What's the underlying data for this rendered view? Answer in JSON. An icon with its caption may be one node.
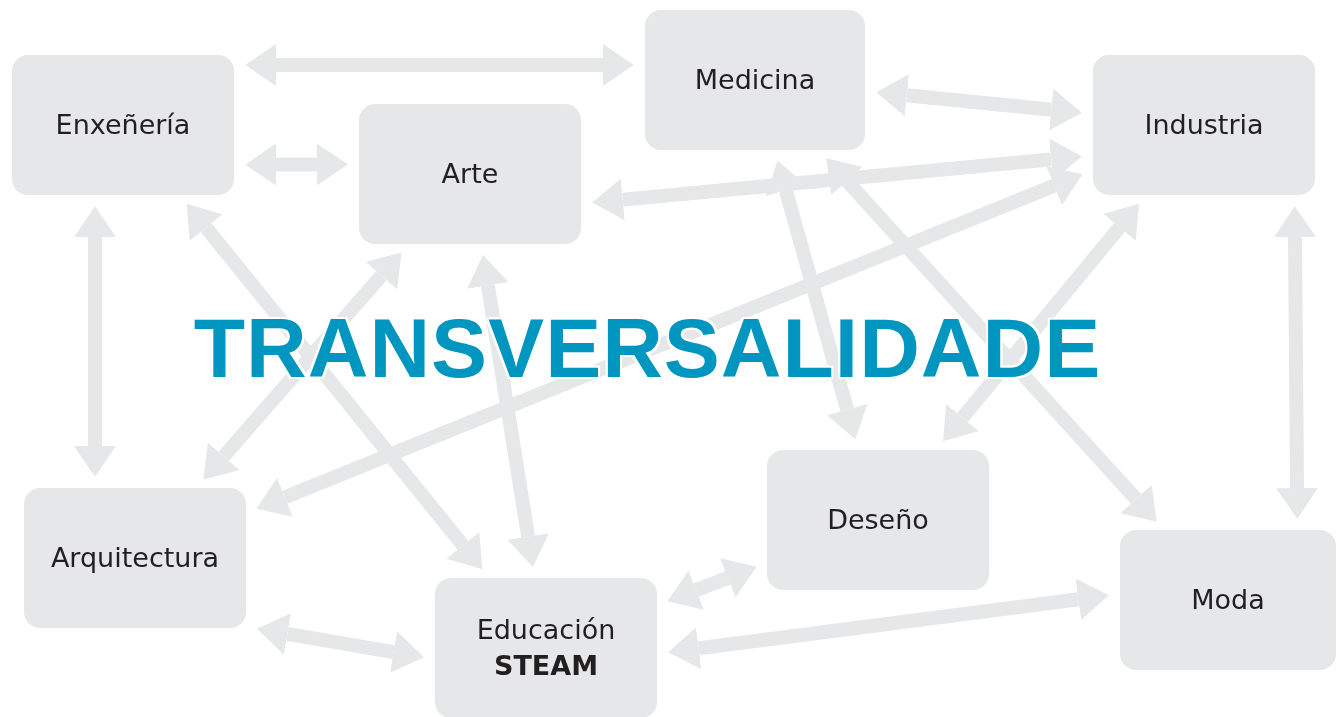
{
  "diagram": {
    "title": "TRANSVERSALIDADE",
    "nodes": [
      {
        "text": [
          "Enxeñería"
        ]
      },
      {
        "text": [
          "Medicina"
        ]
      },
      {
        "text": [
          "Arte"
        ]
      },
      {
        "text": [
          "Industria"
        ]
      },
      {
        "text": [
          "Arquitectura"
        ]
      },
      {
        "text": [
          "Deseño"
        ]
      },
      {
        "text": [
          "Educación **STEAM**"
        ]
      },
      {
        "text": [
          "Moda"
        ]
      }
    ],
    "edges": [
      {
        "from": 0,
        "to": 1,
        "arrow": "both"
      },
      {
        "from": 0,
        "to": 2,
        "arrow": "both"
      },
      {
        "from": 1,
        "to": 3,
        "arrow": "both"
      },
      {
        "from": 2,
        "to": 3,
        "arrow": "both"
      },
      {
        "from": 0,
        "to": 4,
        "arrow": "both"
      },
      {
        "from": 0,
        "to": 6,
        "arrow": "both"
      },
      {
        "from": 2,
        "to": 4,
        "arrow": "both"
      },
      {
        "from": 2,
        "to": 6,
        "arrow": "both"
      },
      {
        "from": 1,
        "to": 5,
        "arrow": "both"
      },
      {
        "from": 1,
        "to": 7,
        "arrow": "both"
      },
      {
        "from": 3,
        "to": 4,
        "arrow": "both"
      },
      {
        "from": 3,
        "to": 5,
        "arrow": "both"
      },
      {
        "from": 3,
        "to": 7,
        "arrow": "both"
      },
      {
        "from": 4,
        "to": 6,
        "arrow": "both"
      },
      {
        "from": 6,
        "to": 5,
        "arrow": "both"
      },
      {
        "from": 6,
        "to": 7,
        "arrow": "both"
      }
    ]
  }
}
